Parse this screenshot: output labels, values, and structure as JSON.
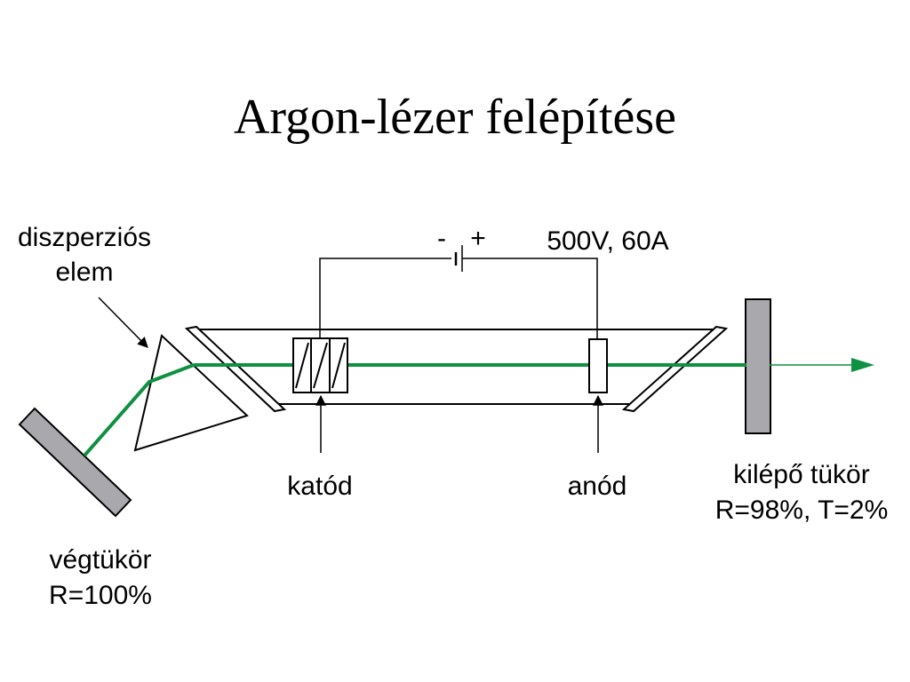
{
  "title": "Argon-lézer felépítése",
  "colors": {
    "beam": "#109043",
    "mirror_fill": "#a9a9ad",
    "line": "#000000"
  },
  "labels": {
    "dispersive_line1": "diszperziós",
    "dispersive_line2": "elem",
    "minus": "-",
    "plus": "+",
    "supply": "500V, 60A",
    "cathode": "katód",
    "anode": "anód",
    "end_mirror_line1": "végtükör",
    "end_mirror_line2": "R=100%",
    "output_mirror_line1": "kilépő tükör",
    "output_mirror_line2": "R=98%, T=2%"
  }
}
